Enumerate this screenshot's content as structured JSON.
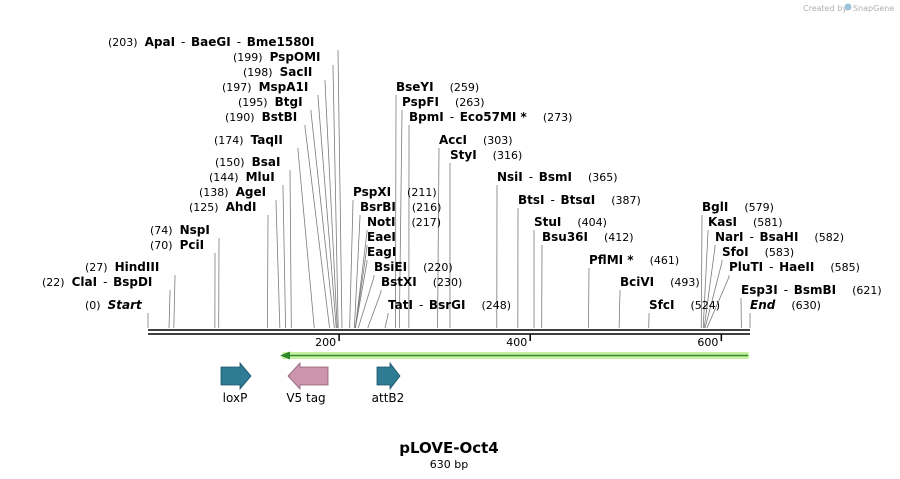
{
  "credit": {
    "text": "Created by",
    "brand": "SnapGene"
  },
  "plasmid": {
    "name": "pLOVE-Oct4",
    "size_label": "630 bp",
    "length": 630
  },
  "ruler": {
    "ticks": [
      {
        "pos": 200,
        "label": "200"
      },
      {
        "pos": 400,
        "label": "400"
      },
      {
        "pos": 600,
        "label": "600"
      }
    ]
  },
  "sites": [
    {
      "pos": "(203)",
      "names": [
        "ApaI",
        "BaeGI",
        "Bme1580I"
      ],
      "cut": 203
    },
    {
      "pos": "(199)",
      "names": [
        "PspOMI"
      ],
      "cut": 199
    },
    {
      "pos": "(198)",
      "names": [
        "SacII"
      ],
      "cut": 198
    },
    {
      "pos": "(197)",
      "names": [
        "MspA1I"
      ],
      "cut": 197
    },
    {
      "pos": "(195)",
      "names": [
        "BtgI"
      ],
      "cut": 195
    },
    {
      "pos": "(190)",
      "names": [
        "BstBI"
      ],
      "cut": 190
    },
    {
      "pos": "(174)",
      "names": [
        "TaqII"
      ],
      "cut": 174
    },
    {
      "pos": "(150)",
      "names": [
        "BsaI"
      ],
      "cut": 150
    },
    {
      "pos": "(144)",
      "names": [
        "MluI"
      ],
      "cut": 144
    },
    {
      "pos": "(138)",
      "names": [
        "AgeI"
      ],
      "cut": 138
    },
    {
      "pos": "(125)",
      "names": [
        "AhdI"
      ],
      "cut": 125
    },
    {
      "pos": "(74)",
      "names": [
        "NspI"
      ],
      "cut": 74
    },
    {
      "pos": "(70)",
      "names": [
        "PciI"
      ],
      "cut": 70
    },
    {
      "pos": "(27)",
      "names": [
        "HindIII"
      ],
      "cut": 27
    },
    {
      "pos": "(22)",
      "names": [
        "ClaI",
        "BspDI"
      ],
      "cut": 22
    },
    {
      "pos": "(0)",
      "names": [
        "Start"
      ],
      "italic": true,
      "cut": 0
    },
    {
      "pos": "(259)",
      "names": [
        "BseYI"
      ],
      "cut": 259,
      "side": "right"
    },
    {
      "pos": "(263)",
      "names": [
        "PspFI"
      ],
      "cut": 263,
      "side": "right"
    },
    {
      "pos": "(273)",
      "names": [
        "BpmI",
        "Eco57MI *"
      ],
      "cut": 273,
      "side": "right"
    },
    {
      "pos": "(303)",
      "names": [
        "AccI"
      ],
      "cut": 303,
      "side": "right"
    },
    {
      "pos": "(316)",
      "names": [
        "StyI"
      ],
      "cut": 316,
      "side": "right"
    },
    {
      "pos": "(211)",
      "names": [
        "PspXI"
      ],
      "cut": 211,
      "side": "right"
    },
    {
      "pos": "(216)",
      "names": [
        "BsrBI"
      ],
      "cut": 216,
      "side": "right"
    },
    {
      "pos": "(217)",
      "names": [
        "NotI"
      ],
      "cut": 217,
      "side": "right"
    },
    {
      "pos": "",
      "names": [
        "EaeI"
      ],
      "cut": 217,
      "side": "right"
    },
    {
      "pos": "",
      "names": [
        "EagI"
      ],
      "cut": 217,
      "side": "right"
    },
    {
      "pos": "(220)",
      "names": [
        "BsiEI"
      ],
      "cut": 220,
      "side": "right"
    },
    {
      "pos": "(230)",
      "names": [
        "BstXI"
      ],
      "cut": 230,
      "side": "right"
    },
    {
      "pos": "(248)",
      "names": [
        "TatI",
        "BsrGI"
      ],
      "cut": 248,
      "side": "right"
    },
    {
      "pos": "(365)",
      "names": [
        "NsiI",
        "BsmI"
      ],
      "cut": 365,
      "side": "right"
    },
    {
      "pos": "(387)",
      "names": [
        "BtsI",
        "BtsαI"
      ],
      "cut": 387,
      "side": "right"
    },
    {
      "pos": "(404)",
      "names": [
        "StuI"
      ],
      "cut": 404,
      "side": "right"
    },
    {
      "pos": "(412)",
      "names": [
        "Bsu36I"
      ],
      "cut": 412,
      "side": "right"
    },
    {
      "pos": "(461)",
      "names": [
        "PflMI *"
      ],
      "cut": 461,
      "side": "right"
    },
    {
      "pos": "(493)",
      "names": [
        "BciVI"
      ],
      "cut": 493,
      "side": "right"
    },
    {
      "pos": "(524)",
      "names": [
        "SfcI"
      ],
      "cut": 524,
      "side": "right"
    },
    {
      "pos": "(579)",
      "names": [
        "BglI"
      ],
      "cut": 579,
      "side": "right"
    },
    {
      "pos": "(581)",
      "names": [
        "KasI"
      ],
      "cut": 581,
      "side": "right"
    },
    {
      "pos": "(582)",
      "names": [
        "NarI",
        "BsaHI"
      ],
      "cut": 582,
      "side": "right"
    },
    {
      "pos": "(583)",
      "names": [
        "SfoI"
      ],
      "cut": 583,
      "side": "right"
    },
    {
      "pos": "(585)",
      "names": [
        "PluTI",
        "HaeII"
      ],
      "cut": 585,
      "side": "right"
    },
    {
      "pos": "(621)",
      "names": [
        "Esp3I",
        "BsmBI"
      ],
      "cut": 621,
      "side": "right"
    },
    {
      "pos": "(630)",
      "names": [
        "End"
      ],
      "italic": true,
      "cut": 630,
      "side": "right"
    }
  ],
  "features": [
    {
      "name": "loxP",
      "color": "#2e7b93",
      "direction": "forward"
    },
    {
      "name": "V5 tag",
      "color": "#cd94ad",
      "direction": "reverse"
    },
    {
      "name": "attB2",
      "color": "#2e7b93",
      "direction": "forward"
    }
  ],
  "colors": {
    "orf_arrow": "#2f8a2f",
    "orf_glow": "#c8f0a0"
  }
}
